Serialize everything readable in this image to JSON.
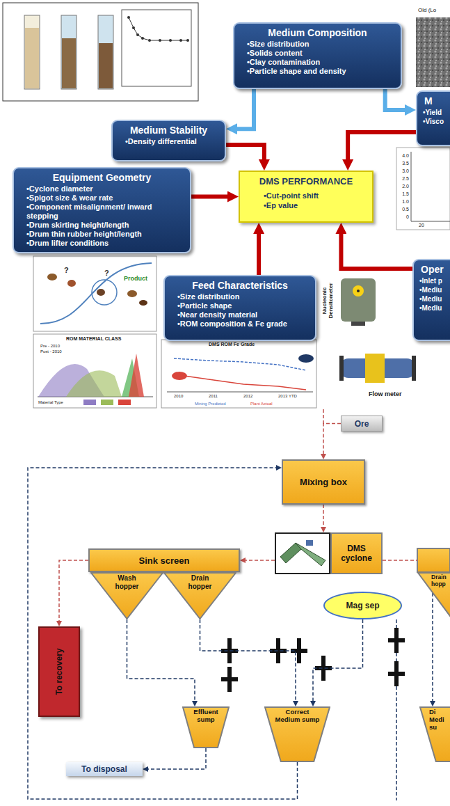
{
  "diagram": {
    "nodes": [
      {
        "text": [
          "Medium Composition",
          "•Size distribution",
          "•Solids content",
          "•Clay contamination",
          "•Particle shape and density"
        ]
      },
      {
        "text": [
          "M",
          "•Yield",
          "•Visco"
        ]
      },
      {
        "text": [
          "Medium Stability",
          "•Density differential"
        ]
      },
      {
        "text": [
          "DMS PERFORMANCE",
          "•Cut-point shift",
          "•Ep value"
        ]
      },
      {
        "text": [
          "Equipment Geometry",
          "•Cyclone diameter",
          "•Spigot size & wear rate",
          "•Component misalignment/ inward stepping",
          "•Drum skirting height/length",
          "•Drum thin rubber height/length",
          "•Drum lifter conditions"
        ]
      },
      {
        "text": [
          "Feed Characteristics",
          "•Size distribution",
          "•Particle shape",
          "•Near density material",
          "•ROM composition & Fe grade"
        ]
      },
      {
        "text": [
          "Oper",
          "•Inlet p",
          "•Mediu",
          "•Mediu",
          "•Mediu"
        ]
      },
      {
        "text": [
          "Ore"
        ]
      },
      {
        "text": [
          "Mixing box"
        ]
      },
      {
        "text": [
          "DMS cyclone"
        ]
      },
      {
        "text": [
          "Sink screen"
        ]
      },
      {
        "text": [
          "Wash hopper"
        ]
      },
      {
        "text": [
          "Drain hopper"
        ]
      },
      {
        "text": [
          "Drain hopp"
        ]
      },
      {
        "text": [
          "Mag sep"
        ]
      },
      {
        "text": [
          "To recovery"
        ]
      },
      {
        "text": [
          "Effluent sump"
        ]
      },
      {
        "text": [
          "Correct Medium sump"
        ]
      },
      {
        "text": [
          "Di Medi su"
        ]
      },
      {
        "text": [
          "To disposal"
        ]
      }
    ],
    "edges": [
      {
        "from": 0,
        "to": 2,
        "arrow": "to"
      },
      {
        "from": 0,
        "to": 1,
        "arrow": "to"
      },
      {
        "from": 2,
        "to": 3,
        "arrow": "to"
      },
      {
        "from": 1,
        "to": 3,
        "arrow": "to"
      },
      {
        "from": 4,
        "to": 3,
        "arrow": "to"
      },
      {
        "from": 5,
        "to": 3,
        "arrow": "to"
      },
      {
        "from": 6,
        "to": 3,
        "arrow": "to"
      },
      {
        "from": 7,
        "to": 8,
        "arrow": "to"
      },
      {
        "from": 8,
        "to": 9,
        "arrow": "to"
      },
      {
        "from": 9,
        "to": 10,
        "arrow": "to"
      },
      {
        "from": 10,
        "to": 15,
        "arrow": "to"
      },
      {
        "from": 11,
        "to": 16,
        "arrow": "to"
      },
      {
        "from": 12,
        "to": 17,
        "arrow": "to"
      },
      {
        "from": 14,
        "to": 17,
        "arrow": "to"
      },
      {
        "from": 13,
        "to": 18,
        "arrow": "to"
      },
      {
        "from": 16,
        "to": 19,
        "arrow": "to"
      },
      {
        "from": 17,
        "to": 8,
        "arrow": "to"
      }
    ],
    "labels": [
      "Old (Lo",
      "4.0",
      "3.5",
      "3.0",
      "2.5",
      "2.0",
      "1.5",
      "1.0",
      "0.5",
      "0",
      "20",
      "?",
      "?",
      "Product",
      "ROM MATERIAL CLASS",
      "Pre - 2010",
      "Post - 2010",
      "Material Type",
      "DMS ROM Fe Grade",
      "Mining Predicted",
      "Plant Actual",
      "2010",
      "2011",
      "2012",
      "2013 YTD",
      "Nucleonic Densitometer",
      "Flow meter"
    ]
  }
}
